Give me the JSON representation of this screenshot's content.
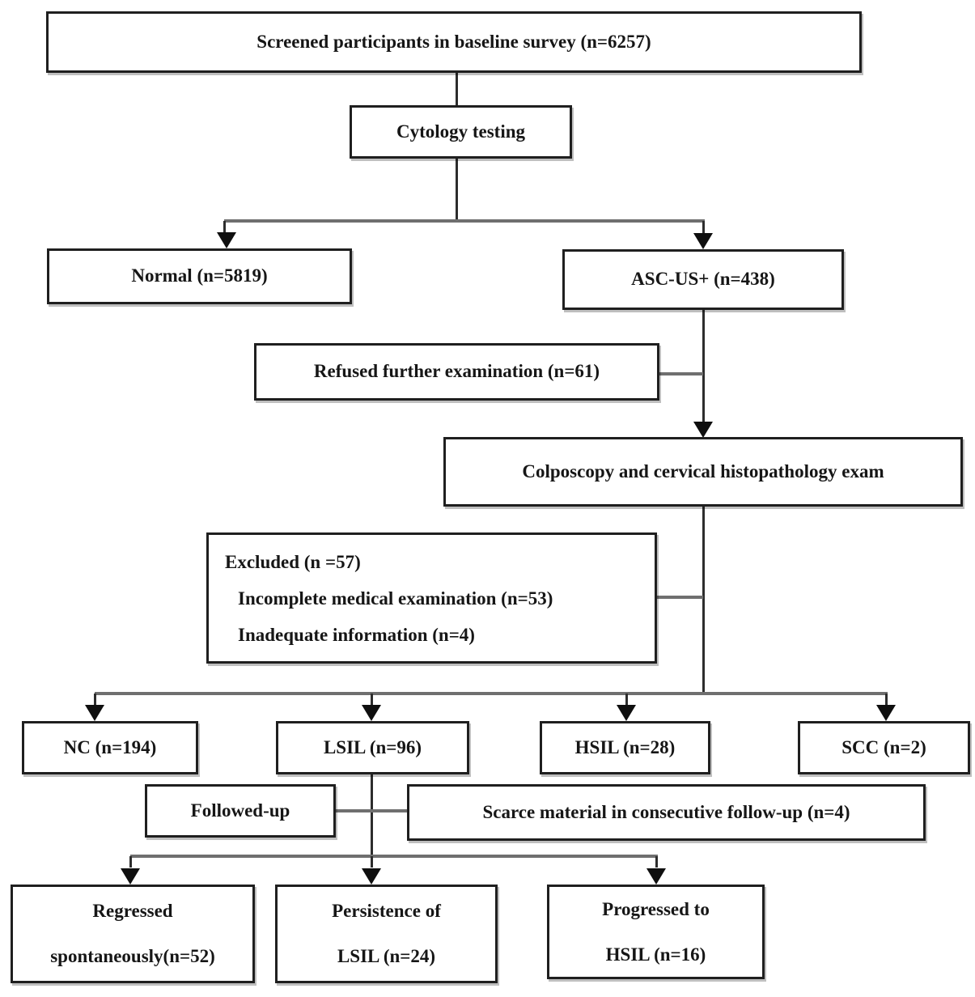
{
  "diagram": {
    "type": "flowchart",
    "nodes": {
      "screened": {
        "label": "Screened participants in baseline survey (n=6257)"
      },
      "cytology": {
        "label": "Cytology testing"
      },
      "normal": {
        "label": "Normal (n=5819)"
      },
      "ascus": {
        "label": "ASC-US+ (n=438)"
      },
      "refused": {
        "label": "Refused further examination (n=61)"
      },
      "colposcopy": {
        "label": "Colposcopy and cervical histopathology exam"
      },
      "excluded": {
        "line1": "Excluded (n =57)",
        "line2": "Incomplete medical examination (n=53)",
        "line3": "Inadequate information (n=4)"
      },
      "nc": {
        "label": "NC (n=194)"
      },
      "lsil": {
        "label": "LSIL (n=96)"
      },
      "hsil": {
        "label": "HSIL (n=28)"
      },
      "scc": {
        "label": "SCC (n=2)"
      },
      "followed_up": {
        "label": "Followed-up"
      },
      "scarce": {
        "label": "Scarce material in consecutive follow-up (n=4)"
      },
      "regressed": {
        "line1": "Regressed",
        "line2": "spontaneously(n=52)"
      },
      "persistence": {
        "line1": "Persistence of",
        "line2": "LSIL (n=24)"
      },
      "progressed": {
        "line1": "Progressed to",
        "line2": "HSIL (n=16)"
      }
    },
    "colors": {
      "background": "#ffffff",
      "box-border": "#1f1f1f",
      "text": "#161616",
      "line-vertical": "#2d2d2d",
      "line-horizontal": "#6f6f6f",
      "arrowhead": "#0f0f0f"
    }
  }
}
